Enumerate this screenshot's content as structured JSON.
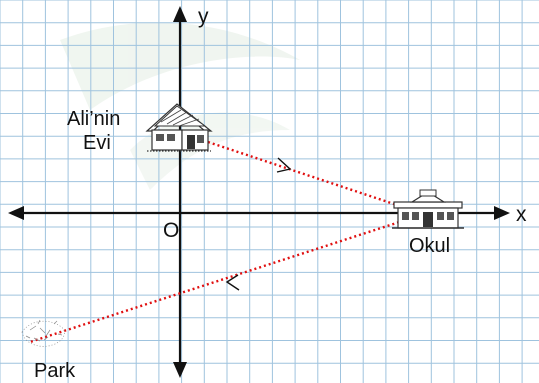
{
  "axes": {
    "x_label": "x",
    "y_label": "y",
    "origin_label": "O"
  },
  "places": {
    "home_line1": "Ali’nin",
    "home_line2": "Evi",
    "school": "Okul",
    "park": "Park"
  },
  "colors": {
    "grid": "#9fc3de",
    "background": "#ffffff",
    "axis": "#111111",
    "path": "#e01010",
    "watermark": "#e4eee4"
  },
  "icons": {
    "home": "house-icon",
    "school": "school-building-icon",
    "park": "park-sketch-icon"
  }
}
